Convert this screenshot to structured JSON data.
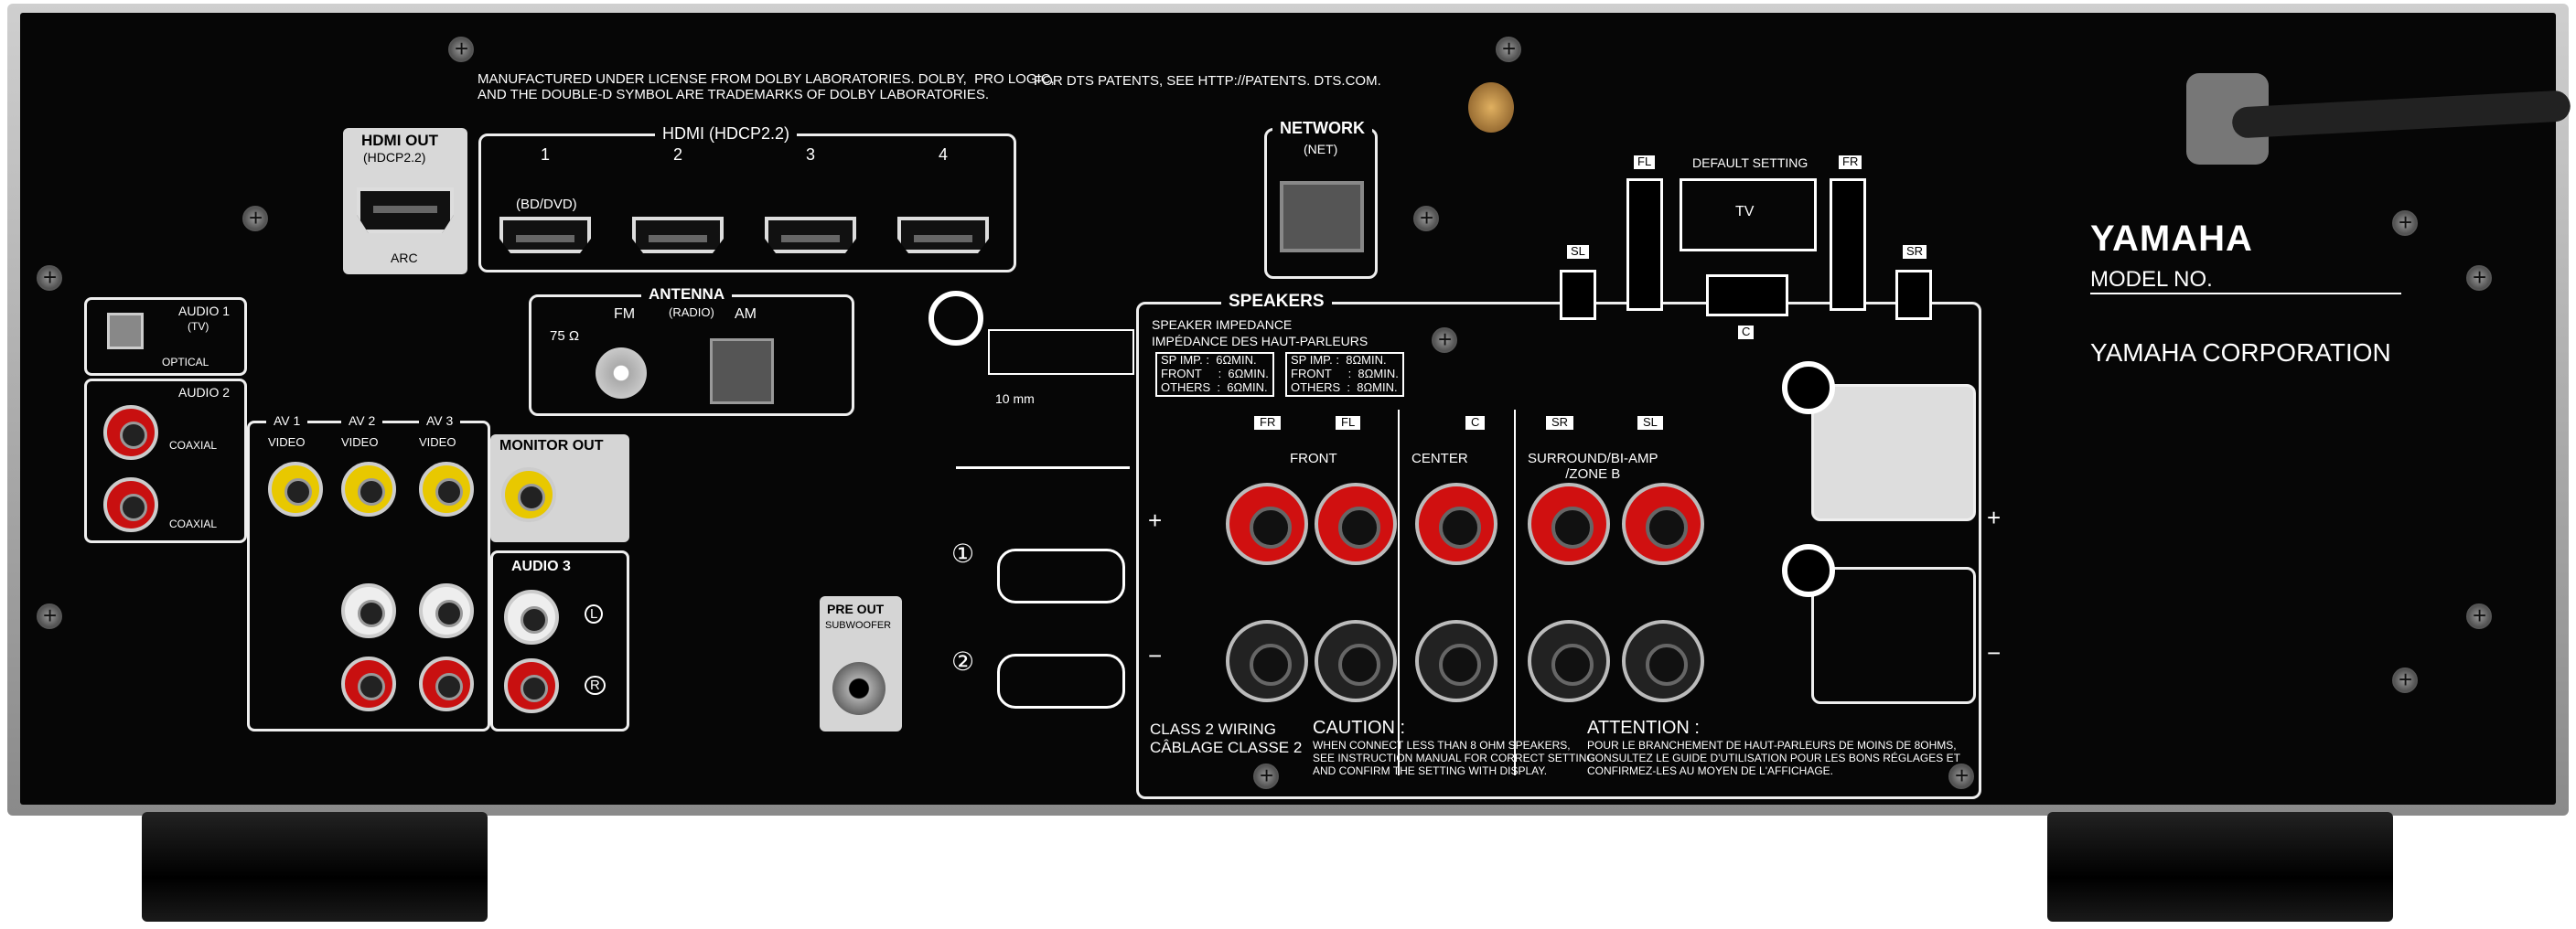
{
  "legal": {
    "dolby": "MANUFACTURED UNDER LICENSE FROM DOLBY LABORATORIES. DOLBY,  PRO LOGIC,\nAND THE DOUBLE-D SYMBOL ARE TRADEMARKS OF DOLBY LABORATORIES.",
    "dts": "FOR DTS PATENTS, SEE HTTP://PATENTS. DTS.COM."
  },
  "hdmi_out": {
    "title": "HDMI OUT",
    "sub": "(HDCP2.2)",
    "arc": "ARC"
  },
  "hdmi_in": {
    "title": "HDMI (HDCP2.2)",
    "ports": [
      "1",
      "2",
      "3",
      "4"
    ],
    "port1_note": "(BD/DVD)"
  },
  "network": {
    "title": "NETWORK",
    "sub": "(NET)"
  },
  "antenna": {
    "title": "ANTENNA",
    "sub": "(RADIO)",
    "fm": "FM",
    "am": "AM",
    "ohm": "75 Ω"
  },
  "audio1": {
    "title": "AUDIO 1",
    "sub": "(TV)",
    "type": "OPTICAL"
  },
  "audio2": {
    "title": "AUDIO 2",
    "type": "COAXIAL"
  },
  "av": [
    {
      "title": "AV 1",
      "type": "VIDEO"
    },
    {
      "title": "AV 2",
      "type": "VIDEO"
    },
    {
      "title": "AV 3",
      "type": "VIDEO"
    }
  ],
  "monitor_out": "MONITOR OUT",
  "audio3": {
    "title": "AUDIO 3",
    "l": "L",
    "r": "R"
  },
  "pre_out": {
    "title": "PRE OUT",
    "sub": "SUBWOOFER"
  },
  "wire": {
    "length": "10 mm",
    "steps": [
      "①",
      "②"
    ]
  },
  "speakers": {
    "title": "SPEAKERS",
    "impedance_en": "SPEAKER IMPEDANCE",
    "impedance_fr": "IMPÉDANCE DES HAUT-PARLEURS",
    "imp6": "SP IMP. :  6ΩMIN.\nFRONT     :  6ΩMIN.\nOTHERS  :  6ΩMIN.",
    "imp8": "SP IMP. :  8ΩMIN.\nFRONT     :  8ΩMIN.\nOTHERS  :  8ΩMIN.",
    "channels": {
      "fr": "FR",
      "fl": "FL",
      "c": "C",
      "sr": "SR",
      "sl": "SL"
    },
    "front": "FRONT",
    "center": "CENTER",
    "surround": "SURROUND/BI-AMP\n/ZONE B",
    "plus": "+",
    "minus": "−",
    "class2": "CLASS 2 WIRING\nCÂBLAGE CLASSE 2",
    "caution_title": "CAUTION :",
    "caution": "WHEN CONNECT LESS THAN 8 OHM SPEAKERS,\nSEE INSTRUCTION MANUAL FOR CORRECT SETTING\nAND CONFIRM THE SETTING WITH DISPLAY.",
    "attention_title": "ATTENTION :",
    "attention": "POUR LE BRANCHEMENT DE HAUT-PARLEURS DE MOINS DE 8OHMS,\nCONSULTEZ LE GUIDE D'UTILISATION POUR LES BONS RÉGLAGES ET\nCONFIRMEZ-LES AU MOYEN DE L'AFFICHAGE."
  },
  "layout_diagram": {
    "title": "DEFAULT SETTING",
    "tv": "TV",
    "fl": "FL",
    "fr": "FR",
    "sl": "SL",
    "sr": "SR",
    "c": "C"
  },
  "brand": {
    "logo": "YAMAHA",
    "model": "MODEL NO.",
    "corp": "YAMAHA CORPORATION"
  },
  "colors": {
    "panel": "#060606",
    "red_terminal": "#d01010",
    "yellow_video": "#e8c800",
    "white_audio": "#eeeeee"
  }
}
